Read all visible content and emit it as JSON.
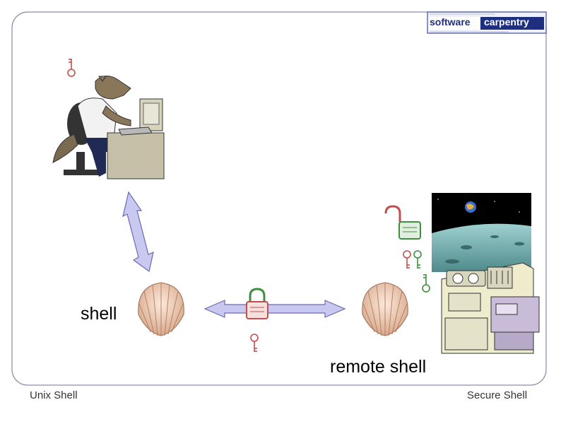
{
  "labels": {
    "local_shell": "shell",
    "remote_shell": "remote shell"
  },
  "footer": {
    "left": "Unix Shell",
    "right": "Secure Shell"
  },
  "logo": {
    "word1": "software",
    "word2": "carpentry"
  },
  "icons": [
    "wolf-at-computer",
    "key-icon",
    "shell-icon",
    "padlock-locked-icon",
    "padlock-unlocked-icon",
    "moon-landscape",
    "remote-computer"
  ],
  "colors": {
    "border": "#8a8aa8",
    "arrow_fill": "#c8c8f0",
    "arrow_stroke": "#6a6ab0",
    "key_red": "#c0504d",
    "key_green": "#3f8f3f",
    "logo_blue": "#1f2f80"
  }
}
